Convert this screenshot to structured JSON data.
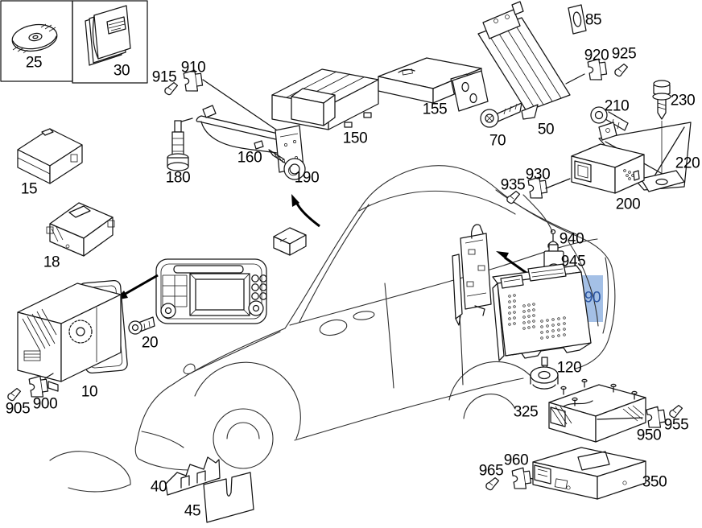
{
  "diagram": {
    "kind": "exploded-parts-diagram",
    "subject": "car audio / navigation components shown around a sedan silhouette",
    "background_color": "#ffffff",
    "line_color": "#141414",
    "highlight": {
      "part": "90",
      "fill": "#a4c0e6",
      "text_color": "#2b55a2"
    },
    "callouts": {
      "p25": "25",
      "p30": "30",
      "p915": "915",
      "p910": "910",
      "p180": "180",
      "p160": "160",
      "p190": "190",
      "p150": "150",
      "p155": "155",
      "p85": "85",
      "p920": "920",
      "p925": "925",
      "p70": "70",
      "p50": "50",
      "p210": "210",
      "p230": "230",
      "p220": "220",
      "p200": "200",
      "p930": "930",
      "p935": "935",
      "p940": "940",
      "p945": "945",
      "p90": "90",
      "p120": "120",
      "p15": "15",
      "p18": "18",
      "p20": "20",
      "p10": "10",
      "p905": "905",
      "p900": "900",
      "p40": "40",
      "p45": "45",
      "p325": "325",
      "p950": "950",
      "p955": "955",
      "p960": "960",
      "p965": "965",
      "p350": "350"
    },
    "part_names": {
      "p25": "cd-rom",
      "p30": "owners-manual",
      "p915": "clip",
      "p910": "connector",
      "p180": "bolt",
      "p160": "mounting-bracket",
      "p190": "screw",
      "p150": "amplifier",
      "p155": "control-module",
      "p85": "retainer-clip",
      "p920": "connector",
      "p925": "clip",
      "p70": "screw",
      "p50": "amplifier",
      "p210": "screw",
      "p230": "bolt",
      "p220": "bracket",
      "p200": "control-module",
      "p930": "connector",
      "p935": "clip",
      "p940": "antenna-stub",
      "p945": "antenna-module",
      "p90": "control-unit-highlighted",
      "p120": "grommet",
      "p15": "control-module",
      "p18": "control-module",
      "p20": "screw",
      "p10": "radio-chassis",
      "p905": "clip",
      "p900": "connector",
      "p40": "template-plate",
      "p45": "template-plate",
      "p325": "control-module",
      "p950": "connector",
      "p955": "clip",
      "p960": "connector",
      "p965": "clip",
      "p350": "control-module"
    }
  }
}
